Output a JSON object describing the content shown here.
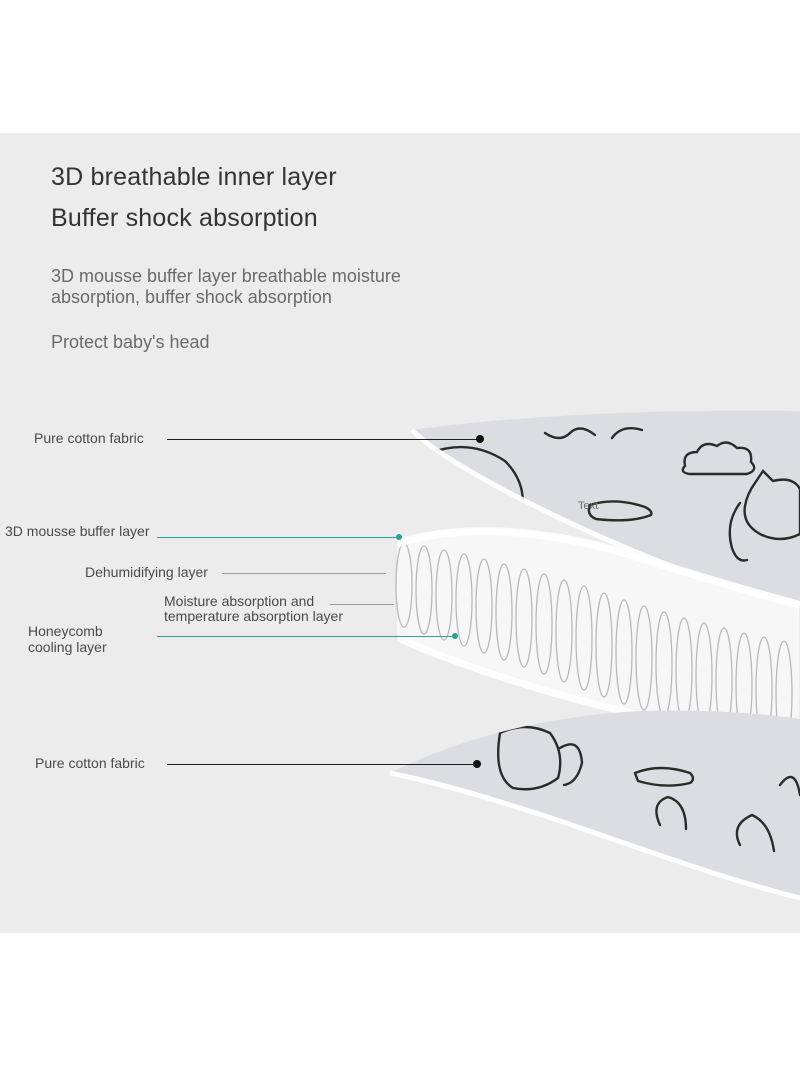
{
  "heading": {
    "line1": "3D breathable inner layer",
    "line2": "Buffer shock absorption"
  },
  "description": {
    "line1": "3D mousse buffer layer breathable moisture",
    "line2": "absorption, buffer shock absorption",
    "line3": "Protect baby's head"
  },
  "callouts": {
    "top_fabric": "Pure cotton fabric",
    "mousse_layer": "3D mousse buffer layer",
    "dehumidifying": "Dehumidifying layer",
    "moisture_line1": "Moisture absorption and",
    "moisture_line2": "temperature absorption layer",
    "honeycomb_line1": "Honeycomb",
    "honeycomb_line2": "cooling layer",
    "bottom_fabric": "Pure cotton fabric"
  },
  "illustration": {
    "doodle_text": "Text"
  },
  "colors": {
    "panel_background": "#ececec",
    "fabric_print": "#dcdde2",
    "doodle_ink": "#2b2b2b",
    "accent_teal": "#2e9f96",
    "leader_dark": "#1f1f1f",
    "leader_gray": "#9a9a9a"
  }
}
